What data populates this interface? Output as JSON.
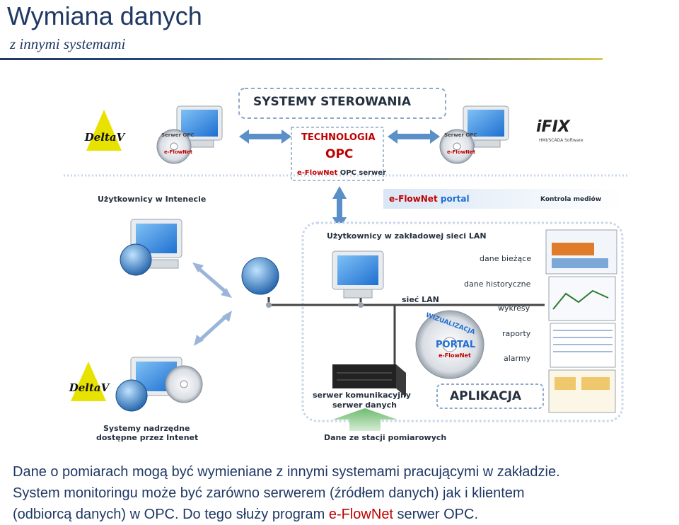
{
  "header": {
    "title": "Wymiana danych",
    "subtitle": "z innymi systemami"
  },
  "diagram": {
    "systemy_sterowania": "SYSTEMY STEROWANIA",
    "technologia": "TECHNOLOGIA",
    "opc": "OPC",
    "eflownet_opc_serwer_brand": "e-FlowNet",
    "eflownet_opc_serwer_rest": "OPC serwer",
    "deltav_logo": "DeltaV",
    "ifix_logo": "iFIX",
    "ifix_sub": "HMI/SCADA Software",
    "opc_disc": "Serwer OPC",
    "opc_disc_sub": "e-FlowNet",
    "uzytkownicy_internet": "Użytkownicy w Intenecie",
    "portal_banner_brand": "e-FlowNet",
    "portal_banner_rest": "portal",
    "kontrola_mediow": "Kontrola mediów",
    "uzytkownicy_lan": "Użytkownicy w zakładowej sieci LAN",
    "dane_biezace": "dane bieżące",
    "dane_historyczne": "dane historyczne",
    "wykresy": "wykresy",
    "raporty": "raporty",
    "alarmy": "alarmy",
    "siec_lan": "sieć LAN",
    "wizualizacja": "WIZUALIZACJA",
    "portal": "PORTAL",
    "portal_sub": "e-FlowNet",
    "serwer_kom_1": "serwer komunikacyjny",
    "serwer_kom_2": "serwer danych",
    "aplikacja": "APLIKACJA",
    "systemy_nadrzedne_1": "Systemy nadrzędne",
    "systemy_nadrzedne_2": "dostępne przez Intenet",
    "dane_ze_stacji": "Dane ze stacji pomiarowych"
  },
  "caption": {
    "line1": "Dane o pomiarach mogą być wymieniane z innymi systemami pracującymi w zakładzie.",
    "line2": "System monitoringu może być zarówno serwerem (źródłem danych) jak i klientem",
    "line3_start": "(odbiorcą danych) w OPC. Do tego służy program ",
    "brand_e": "e-FlowNet",
    "brand_rest": " serwer OPC",
    "line3_end": "."
  },
  "colors": {
    "title": "#1f3864",
    "accent_red": "#c00000",
    "arrow": "#5b8fc7",
    "dashed_box": "#8da9c8"
  }
}
